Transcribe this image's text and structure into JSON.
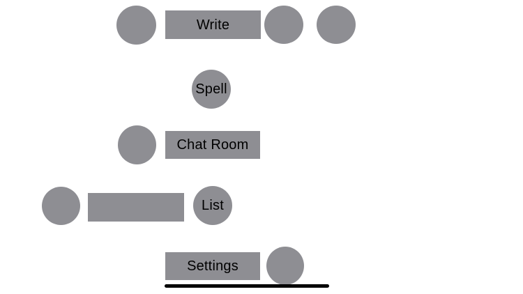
{
  "app": {
    "background": "#ffffff"
  },
  "colors": {
    "background": "#ffffff",
    "shape": "#8e8e93",
    "text": "#000000",
    "divider": "#000000"
  },
  "buttons": {
    "write": {
      "label": "Write"
    },
    "spell": {
      "label": "Spell"
    },
    "chat_room": {
      "label": "Chat Room"
    },
    "list": {
      "label": "List"
    },
    "settings": {
      "label": "Settings"
    }
  }
}
